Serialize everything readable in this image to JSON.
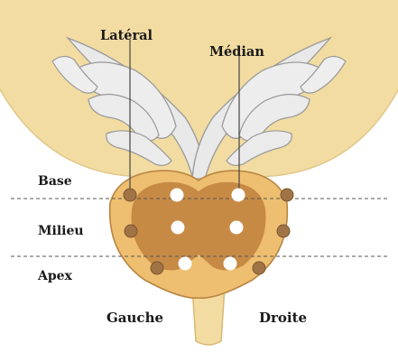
{
  "labels": {
    "lateral": "Latéral",
    "median": "Médian",
    "base": "Base",
    "milieu": "Milieu",
    "apex": "Apex",
    "gauche": "Gauche",
    "droite": "Droite"
  },
  "colors": {
    "bladder": "#f2dca2",
    "bladder_outline": "#e2c78a",
    "prostate_outer": "#eebf70",
    "prostate_inner": "#c78a45",
    "prostate_outline": "#b98442",
    "biopsy_lateral": "#a07445",
    "biopsy_median": "#ffffff",
    "seminal_vesicle": "#e9e9e9",
    "seminal_vesicle_outline": "#999999",
    "zone_line": "#555555"
  },
  "biopsy_points": {
    "lateral": [
      "base-gauche",
      "milieu-gauche",
      "apex-gauche",
      "base-droite",
      "milieu-droite",
      "apex-droite"
    ],
    "median": [
      "base-gauche",
      "milieu-gauche",
      "apex-gauche",
      "base-droite",
      "milieu-droite",
      "apex-droite"
    ]
  }
}
